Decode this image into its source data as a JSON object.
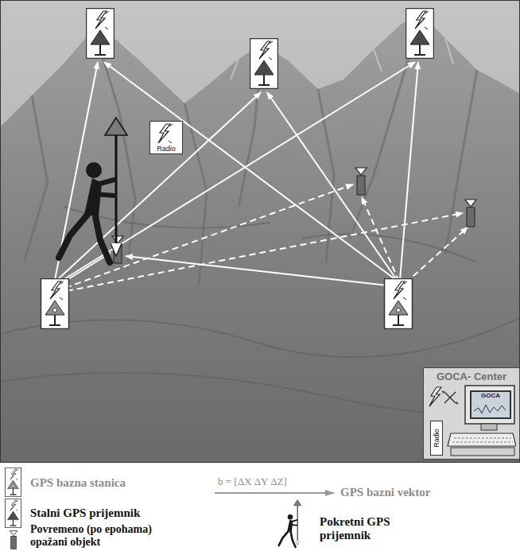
{
  "diagram": {
    "nodes": [
      {
        "text": [
          "Radio"
        ]
      },
      {
        "text": [
          "GOCA- Center"
        ]
      },
      {
        "text": [
          "GOCA"
        ],
        "in": 1
      },
      {
        "text": [
          "Radio"
        ],
        "in": 1
      }
    ],
    "labels": [
      "b = [ΔX ΔY ΔZ]"
    ],
    "legend": [
      {
        "text": "GPS bazna stanica"
      },
      {
        "text": "GPS bazni vektor"
      },
      {
        "text": "Stalni GPS prijemnik"
      },
      {
        "text": "Povremeno (po epohama) opažani objekt"
      },
      {
        "text": "Pokretni GPS prijemnik"
      }
    ]
  }
}
